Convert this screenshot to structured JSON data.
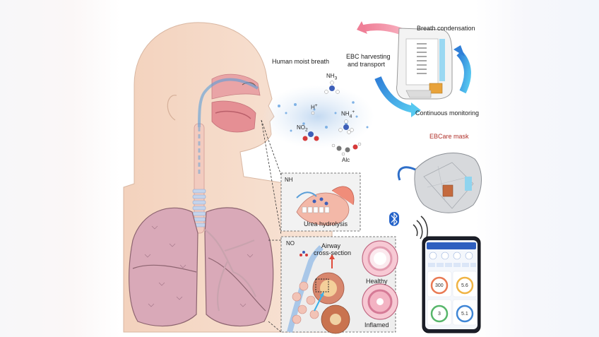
{
  "labels": {
    "human_moist_breath": "Human moist breath",
    "ebc_harvesting": "EBC harvesting",
    "and_transport": "and transport",
    "breath_condensation": "Breath condensation",
    "continuous_monitoring": "Continuous monitoring",
    "ebcare_mask": "EBCare mask",
    "urea_hydrolysis": "Urea hydrolysis",
    "airway": "Airway",
    "cross_section": "cross-section",
    "healthy": "Healthy",
    "inflamed": "Inflamed"
  },
  "molecules": {
    "nh3": "NH",
    "nh3_sub": "3",
    "h_plus": "H",
    "h_sup": "+",
    "nh4": "NH",
    "nh4_sub": "4",
    "nh4_sup": "+",
    "no2": "NO",
    "no2_sub": "2",
    "alc": "Alc",
    "inset_nh4": "NH",
    "inset_no2": "NO"
  },
  "phone": {
    "card1_value": "300",
    "card2_value": "5.6",
    "card3_value": "3",
    "card4_value": "5.1"
  },
  "colors": {
    "skin": "#f6dcc8",
    "lung": "#d9a9b8",
    "airflow": "#5b9fd8",
    "accent_red": "#b0302a",
    "cyan_arrow": "#3fb0e8",
    "pink_arrow": "#f08aa0"
  },
  "icons": {
    "bluetooth": "bluetooth-icon",
    "wireless": "wireless-signal-icon"
  }
}
